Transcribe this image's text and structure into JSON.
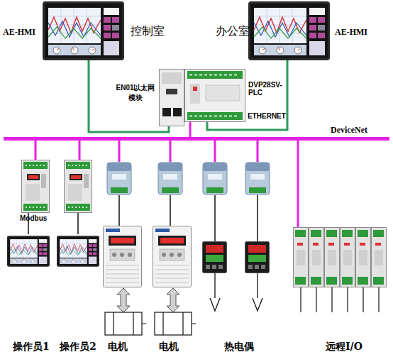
{
  "diagram": {
    "nodes": [
      {
        "text": [
          "AE-HMI",
          "控制室"
        ]
      },
      {
        "text": [
          "办公室",
          "AE-HMI"
        ]
      },
      {
        "text": [
          "EN01以太网模块"
        ]
      },
      {
        "text": [
          "DVP28SV-PLC"
        ]
      },
      {
        "text": [
          "DeviceNet"
        ]
      },
      {
        "text": [
          "Modbus"
        ]
      },
      {
        "text": [
          "操作员1"
        ]
      },
      {
        "text": [
          "操作员2"
        ]
      },
      {
        "text": [
          "电机"
        ]
      },
      {
        "text": [
          "电机"
        ]
      },
      {
        "text": [
          "远程I/O"
        ]
      }
    ],
    "edges": [
      {
        "from": 0,
        "to": 2,
        "arrow": "none"
      },
      {
        "from": 1,
        "to": 3,
        "arrow": "none"
      },
      {
        "from": 3,
        "to": 4,
        "arrow": "none"
      },
      {
        "from": 4,
        "to": 5,
        "arrow": "none"
      },
      {
        "from": 5,
        "to": 6,
        "arrow": "none"
      },
      {
        "from": 4,
        "to": 10,
        "arrow": "none"
      }
    ],
    "labels": [
      "ETHERNET",
      "热电偶"
    ]
  }
}
